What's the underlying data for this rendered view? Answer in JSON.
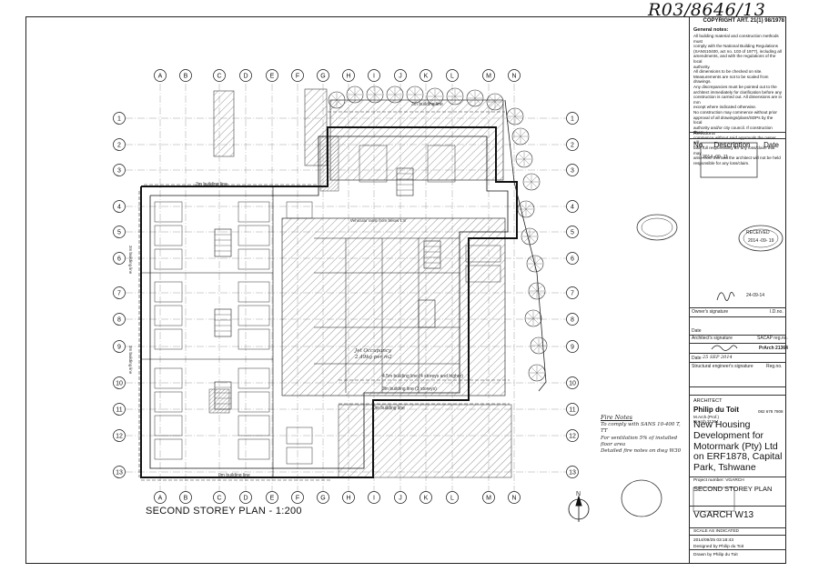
{
  "reference_handwritten": "R03/8646/13",
  "copyright": "COPYRIGHT ART. 21(1) 98/1978",
  "general_notes": {
    "title": "General notes:",
    "lines": [
      "All building material and construction methods must",
      "comply with the National Building Regulations",
      "(SANS10400, act no. 103 of 1977), including all",
      "amendments, and with the regulations of the local",
      "authority.",
      "All dimensions to be checked on site.",
      "Measurements are not to be scaled from drawings.",
      "Any discrepancies must be pointed out to the",
      "architect immediately for clarification before any",
      "construction is carried out. All dimensions are in mm",
      "except where indicated otherwise.",
      "No construction may commence without prior",
      "approval of all drawings/plans/SDPs by the local",
      "authority and/or city council. If construction does",
      "commence without said approvals the owner will",
      "take full responsibility for any loss/claim that may",
      "arise from this and the architect will not be held",
      "responsible for any loss/claim."
    ]
  },
  "revisions": {
    "label": "Revisions",
    "col_no": "No.",
    "col_desc": "Description",
    "col_date": "Date"
  },
  "stamps": {
    "received_date": "2014 -09- 11",
    "received_label": "RECEIVED",
    "received_date2": "2014 -09- 19",
    "sign_date": "24-09-14"
  },
  "fields": {
    "owner_signature": "Owner's signature",
    "id_no": "I.D.no.",
    "date1": "Date",
    "architect_signature": "Architect's signature",
    "sacap": "SACAP reg.no.",
    "prarch": "PrArch 21364",
    "date2": "Date",
    "date2_hand": "25 SEP 2014",
    "struct_signature": "Structural engineer's signature",
    "reg_no": "Reg.no."
  },
  "architect": {
    "role": "ARCHITECT",
    "name": "Philip du Toit",
    "degree": "M.Arch.(Prof.)",
    "reg": "PrArch 21364",
    "phone": "082 678 7808"
  },
  "project": "New Housing Development for Motormark (Pty) Ltd on ERF1878, Capital Park, Tshwane",
  "project_number": "Project number: VGARCH",
  "drawing_title": "SECOND STOREY PLAN",
  "drawing_number": "VGARCH W13",
  "scale": "SCALE AS INDICATED",
  "plot_date": "2014/09/25 03:18:43",
  "designed_by": "Designed by Philip du Toit",
  "drawn_by": "Drawn by Philip du Toit",
  "plan_title": "SECOND STOREY PLAN - 1:200",
  "handwritten_notes": {
    "heading": "Fire Notes",
    "lines": [
      "To comply with SANS 10-400 T, TT",
      "For ventilation 5% of installed floor area",
      "Detailed fire notes on dwg W30"
    ]
  },
  "grid": {
    "columns": [
      "A",
      "B",
      "C",
      "D",
      "E",
      "F",
      "G",
      "H",
      "I",
      "J",
      "K",
      "L",
      "M",
      "N"
    ],
    "rows": [
      "1",
      "2",
      "3",
      "4",
      "5",
      "6",
      "7",
      "8",
      "9",
      "10",
      "11",
      "12",
      "13"
    ]
  },
  "plan_labels": {
    "building_line_top": "3m building line",
    "building_line_top2": "3m building line",
    "building_line_bottom": "0m building line",
    "building_line_bottom2": "0m building line",
    "building_line_3storeys": "4.5m building line (4 storeys and higher)",
    "building_line_lower": "3m building line (3 storeys)",
    "jet_occupancy": "Jet Occupancy 2.49kg per m2",
    "vehicle_ramp": "Vehicular ramp from below 1:8",
    "north": "N",
    "side_building_line": "3m building line",
    "side_building_line2": "3m building line"
  },
  "colors": {
    "ink": "#111111",
    "hatch": "#555555",
    "paper": "#ffffff"
  }
}
